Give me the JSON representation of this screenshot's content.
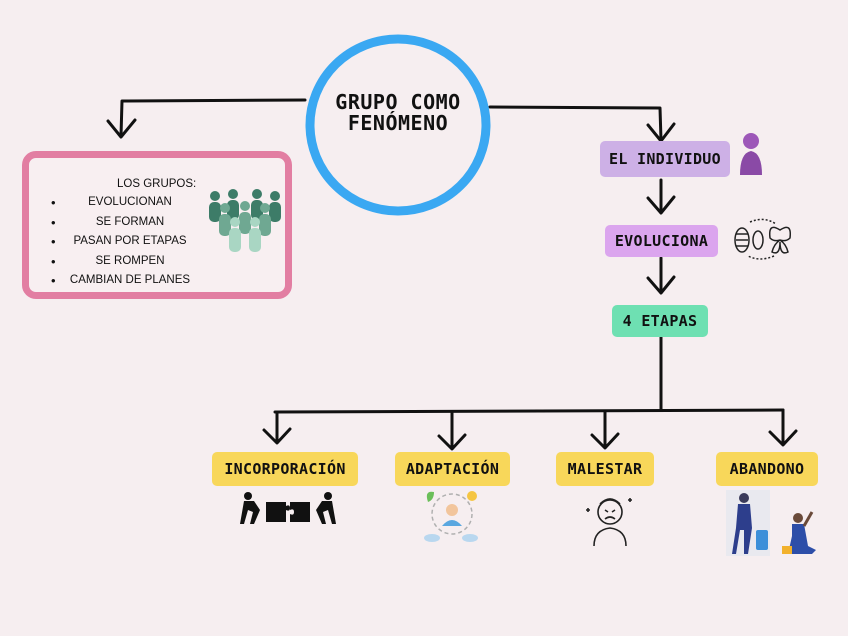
{
  "central": {
    "line1": "GRUPO COMO",
    "line2": "FENÓMENO"
  },
  "groups_box": {
    "title": "LOS GRUPOS:",
    "items": [
      "EVOLUCIONAN",
      "SE FORMAN",
      "PASAN POR ETAPAS",
      "SE ROMPEN",
      "CAMBIAN DE PLANES"
    ]
  },
  "chain": {
    "individuo": "EL INDIVIDUO",
    "evoluciona": "EVOLUCIONA",
    "etapas": "4 ETAPAS"
  },
  "stages": [
    "INCORPORACIÓN",
    "ADAPTACIÓN",
    "MALESTAR",
    "ABANDONO"
  ],
  "colors": {
    "circle": "#3aa8f2",
    "box_border": "#e27ea2",
    "individuo": "#cdb0e6",
    "evoluciona": "#dba5ee",
    "etapas": "#6ee0b2",
    "stage": "#f8d75a"
  },
  "icons": [
    "people-group-icon",
    "person-icon",
    "butterfly-metamorphosis-icon",
    "puzzle-teamwork-icon",
    "adaptation-icon",
    "stressed-person-icon",
    "leaving-person-icon"
  ]
}
